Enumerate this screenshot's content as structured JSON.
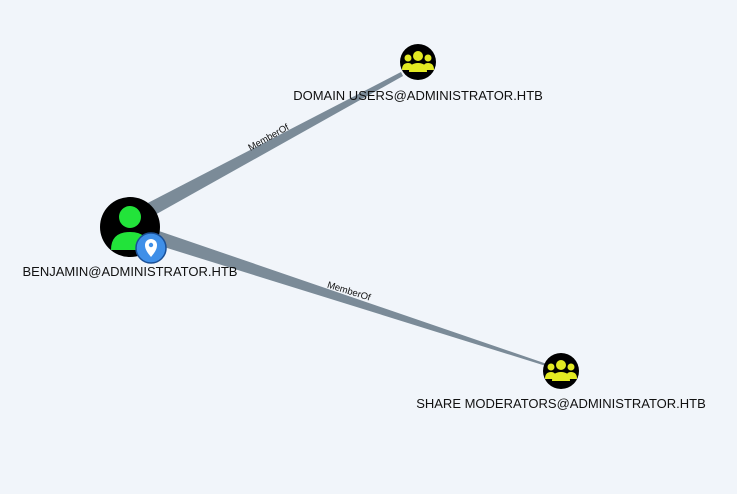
{
  "colors": {
    "background": "#f1f5fa",
    "edge": "#7b8b98",
    "user_node_fill": "#000000",
    "user_icon": "#22e33a",
    "group_node_fill": "#000000",
    "group_icon": "#e3ea22",
    "owned_badge": "#3f8fe8",
    "label_text": "#111111"
  },
  "nodes": {
    "user": {
      "label": "BENJAMIN@ADMINISTRATOR.HTB",
      "type": "user",
      "icon": "user-icon",
      "badge_icon": "location-pin-icon"
    },
    "domain_users": {
      "label": "DOMAIN USERS@ADMINISTRATOR.HTB",
      "type": "group",
      "icon": "group-icon"
    },
    "share_moderators": {
      "label": "SHARE MODERATORS@ADMINISTRATOR.HTB",
      "type": "group",
      "icon": "group-icon"
    }
  },
  "edges": [
    {
      "from": "BENJAMIN@ADMINISTRATOR.HTB",
      "to": "DOMAIN USERS@ADMINISTRATOR.HTB",
      "label": "MemberOf"
    },
    {
      "from": "BENJAMIN@ADMINISTRATOR.HTB",
      "to": "SHARE MODERATORS@ADMINISTRATOR.HTB",
      "label": "MemberOf"
    }
  ]
}
